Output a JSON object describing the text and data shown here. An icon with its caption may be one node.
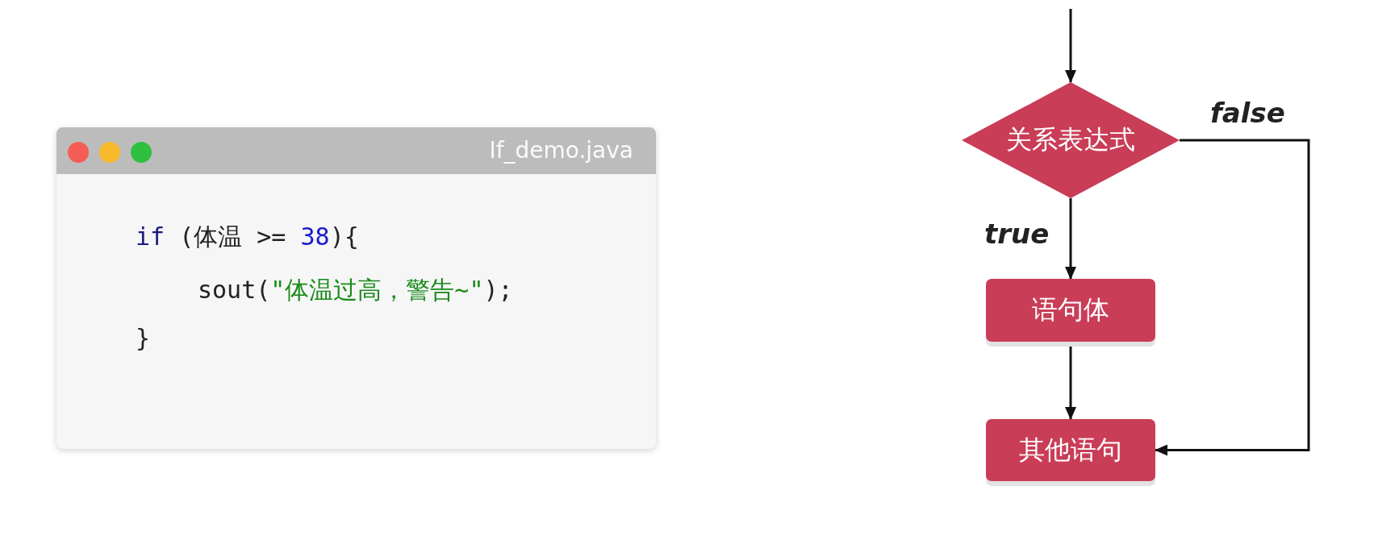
{
  "diagram": {
    "nodes": [
      {
        "text": [
          "If_demo.java",
          "if (体温 >= 38){",
          "sout(\"体温过高，警告~\");",
          "}"
        ]
      },
      {
        "text": [
          "关系表达式"
        ]
      },
      {
        "text": [
          "语句体"
        ]
      },
      {
        "text": [
          "其他语句"
        ]
      }
    ],
    "edges": [
      {
        "from": null,
        "to": 1,
        "arrow": "to"
      },
      {
        "from": 1,
        "to": 2,
        "arrow": "to",
        "label": "true"
      },
      {
        "from": 2,
        "to": 3,
        "arrow": "to"
      },
      {
        "from": 1,
        "to": 3,
        "arrow": "to",
        "label": "false"
      }
    ]
  }
}
